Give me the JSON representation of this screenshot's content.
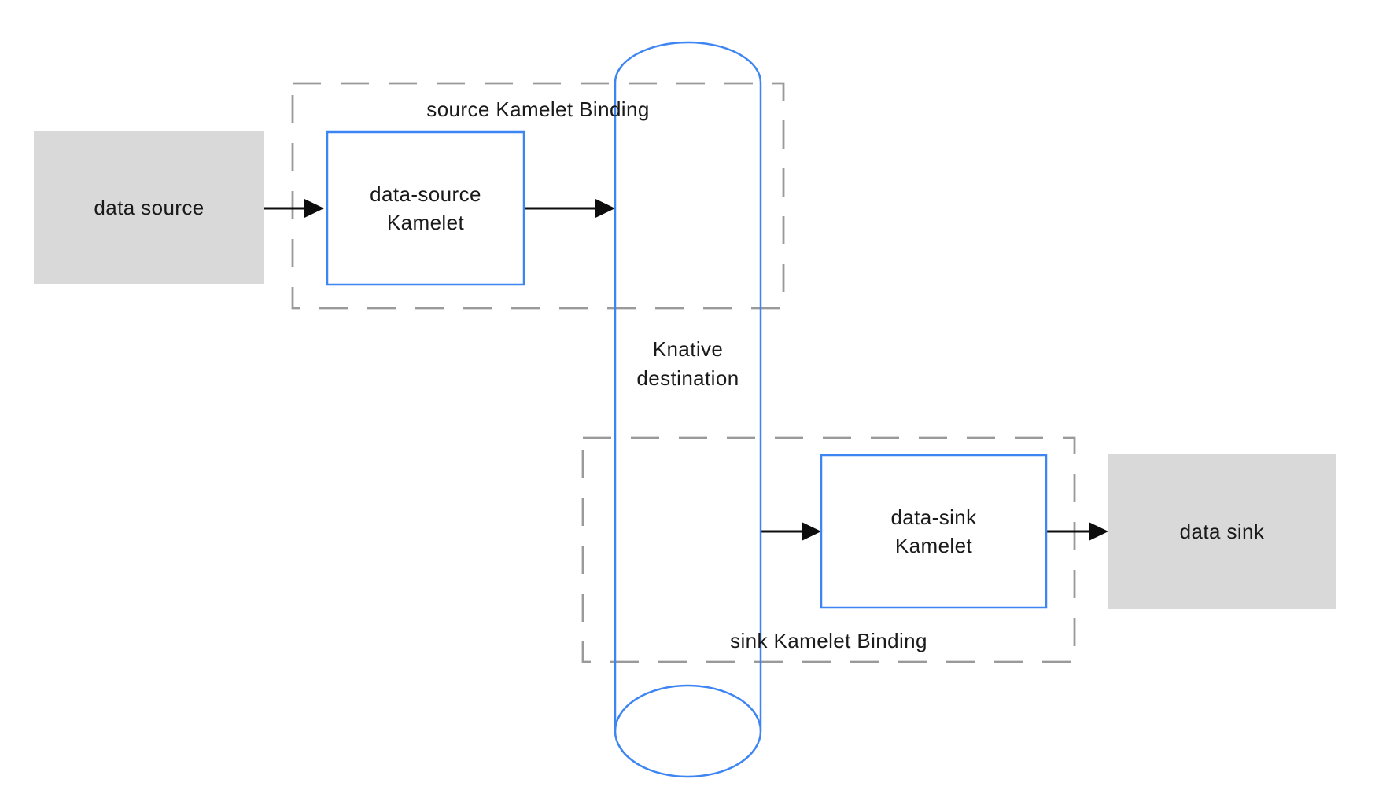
{
  "colors": {
    "accent_blue": "#3d85f2",
    "node_gray": "#d9d9d9",
    "dashed_gray": "#9a9a9a",
    "arrow_black": "#0d0d0d",
    "text_black": "#1a1a1a",
    "canvas_bg": "#ffffff"
  },
  "diagram": {
    "data_source": {
      "label": "data source"
    },
    "source_binding": {
      "label": "source Kamelet Binding"
    },
    "data_source_kamelet": {
      "line1": "data-source",
      "line2": "Kamelet"
    },
    "knative_destination": {
      "line1": "Knative",
      "line2": "destination"
    },
    "sink_binding": {
      "label": "sink Kamelet Binding"
    },
    "data_sink_kamelet": {
      "line1": "data-sink",
      "line2": "Kamelet"
    },
    "data_sink": {
      "label": "data sink"
    }
  }
}
